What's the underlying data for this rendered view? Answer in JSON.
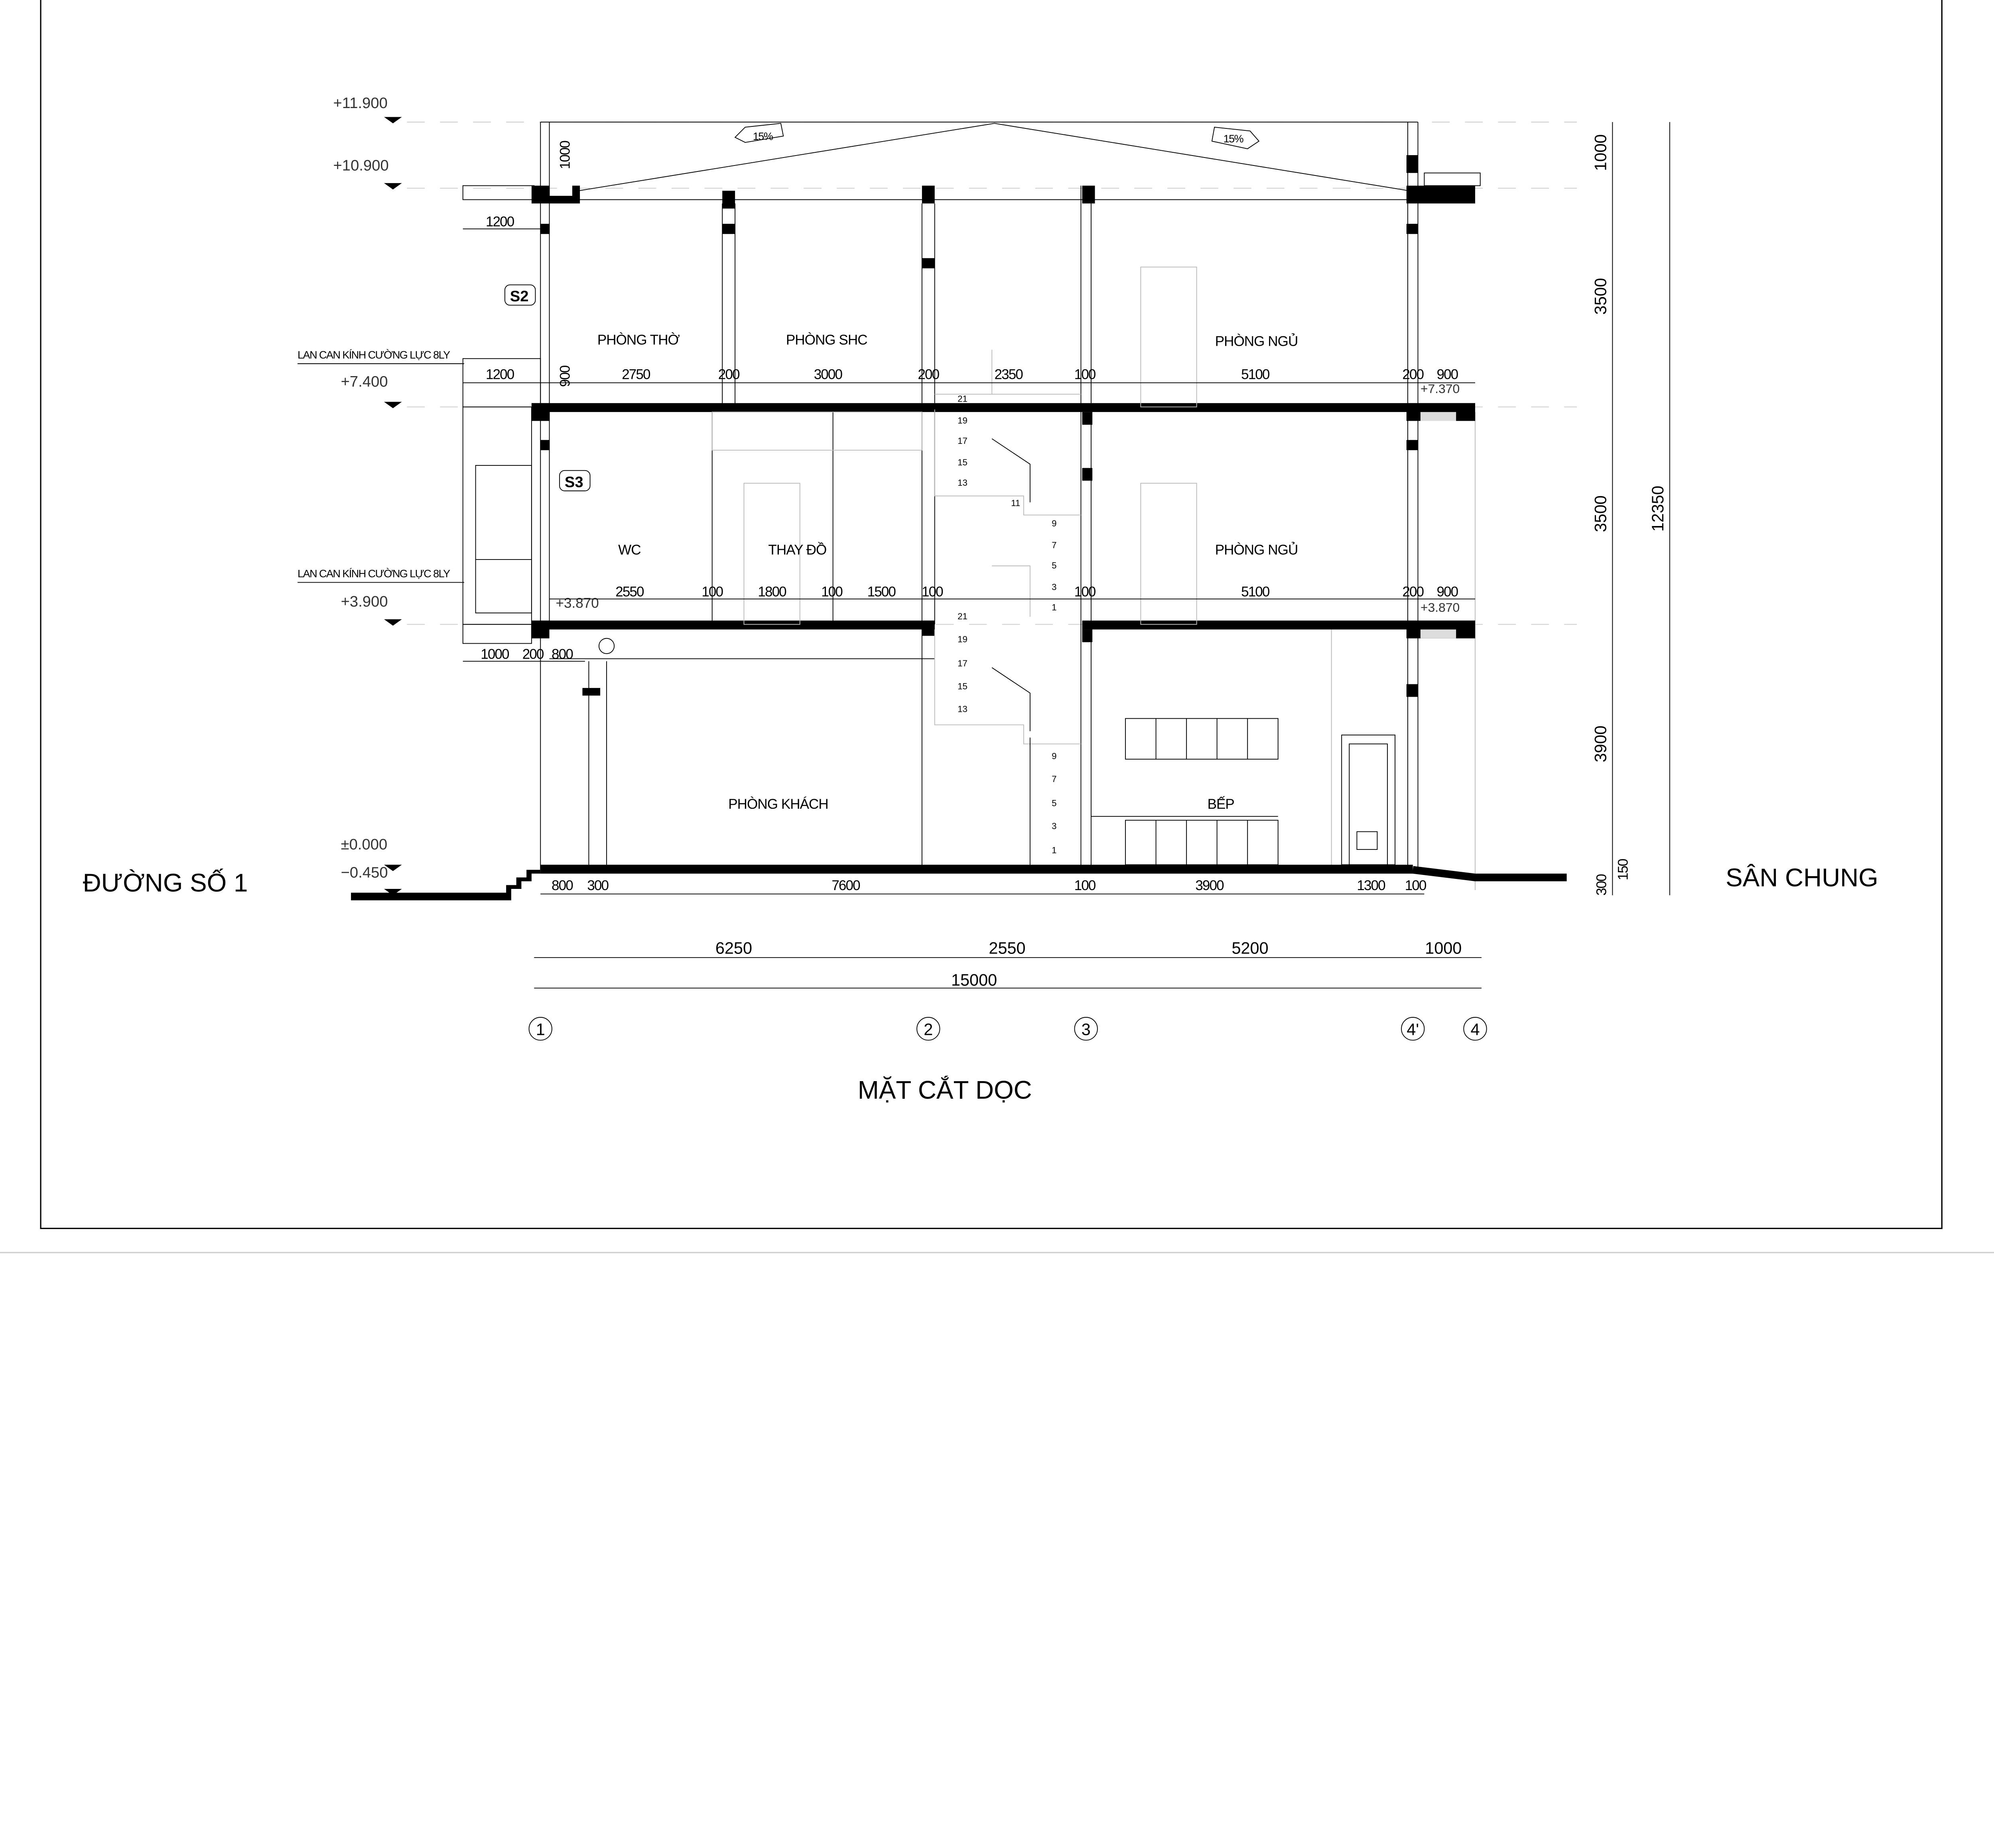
{
  "title": "MẶT CẮT DỌC",
  "street_left": "ĐƯỜNG SỐ 1",
  "yard_right": "SÂN CHUNG",
  "levels": [
    "+11.900",
    "+10.900",
    "+7.400",
    "+3.900",
    "±0.000",
    "−0.450",
    "+7.370",
    "+3.870",
    "+3.870"
  ],
  "notes": {
    "railing": "LAN CAN KÍNH CƯỜNG LỰC 8LY",
    "section_s2": "S2",
    "section_s3": "S3",
    "roof_slope": "15%"
  },
  "rooms": {
    "phong_tho": "PHÒNG THỜ",
    "phong_shc": "PHÒNG SHC",
    "phong_ngu_3": "PHÒNG NGỦ",
    "wc": "WC",
    "thay_do": "THAY ĐỒ",
    "phong_ngu_2": "PHÒNG NGỦ",
    "phong_khach": "PHÒNG KHÁCH",
    "bep": "BẾP"
  },
  "dims": {
    "roof": [
      "1200",
      "1000"
    ],
    "floor3": [
      "1200",
      "900",
      "2750",
      "200",
      "3000",
      "200",
      "2350",
      "100",
      "5100",
      "200",
      "900"
    ],
    "floor2": [
      "2550",
      "100",
      "1800",
      "100",
      "1500",
      "100",
      "100",
      "5100",
      "200",
      "900"
    ],
    "floor2_under": [
      "1000",
      "200",
      "800"
    ],
    "ground": [
      "800",
      "300",
      "7600",
      "100",
      "3900",
      "1300",
      "100"
    ],
    "vertical": [
      "1000",
      "3500",
      "3500",
      "3900",
      "300",
      "150",
      "12350"
    ],
    "bottom": [
      "6250",
      "2550",
      "5200",
      "1000",
      "15000"
    ]
  },
  "axes": [
    "1",
    "2",
    "3",
    "4'",
    "4"
  ],
  "stairs_upper": [
    "21",
    "19",
    "17",
    "15",
    "13",
    "11",
    "9",
    "7",
    "5",
    "3",
    "1"
  ],
  "stairs_lower": [
    "21",
    "19",
    "17",
    "15",
    "13",
    "9",
    "7",
    "5",
    "3",
    "1"
  ]
}
